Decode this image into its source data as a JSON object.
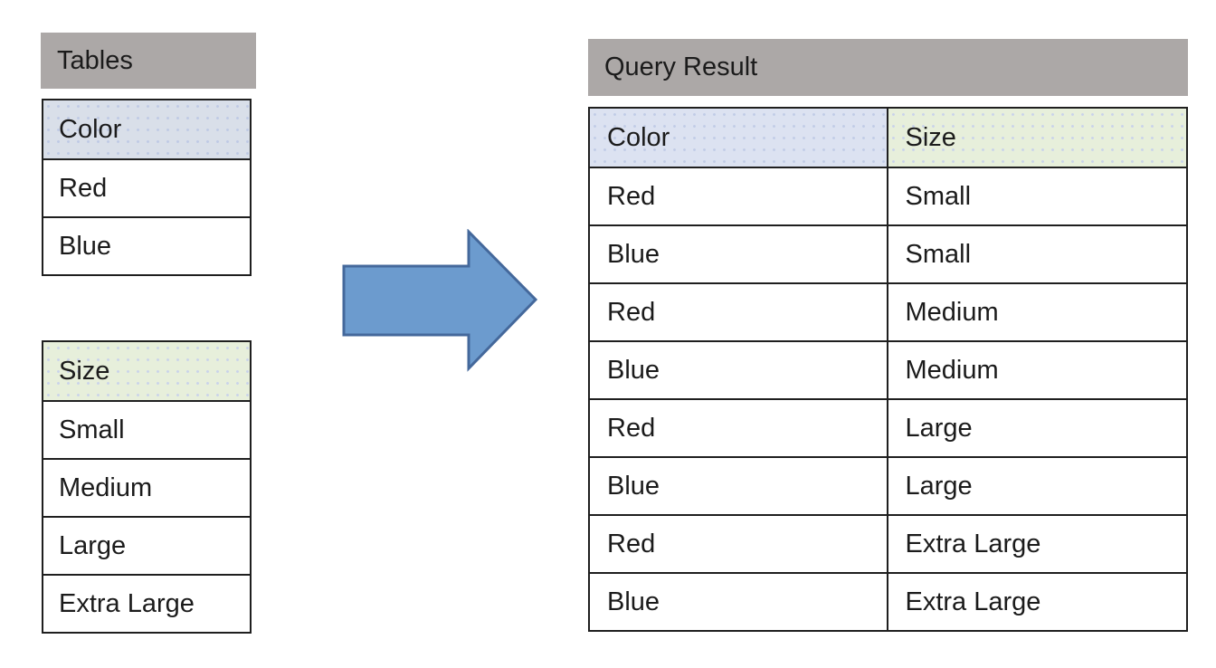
{
  "left_panel": {
    "title": "Tables",
    "color_table": {
      "header": "Color",
      "rows": [
        "Red",
        "Blue"
      ]
    },
    "size_table": {
      "header": "Size",
      "rows": [
        "Small",
        "Medium",
        "Large",
        "Extra Large"
      ]
    }
  },
  "arrow": {
    "direction": "right",
    "fill": "#6c9bce",
    "stroke": "#44689b"
  },
  "result_panel": {
    "title": "Query Result",
    "columns": [
      "Color",
      "Size"
    ],
    "rows": [
      [
        "Red",
        "Small"
      ],
      [
        "Blue",
        "Small"
      ],
      [
        "Red",
        "Medium"
      ],
      [
        "Blue",
        "Medium"
      ],
      [
        "Red",
        "Large"
      ],
      [
        "Blue",
        "Large"
      ],
      [
        "Red",
        "Extra Large"
      ],
      [
        "Blue",
        "Extra Large"
      ]
    ]
  },
  "colors": {
    "label_bar_gray": "#aca8a7",
    "color_header_blue": "#d9dfe9",
    "result_color_header_blue": "#dce2f1",
    "size_header_green": "#e7efdb",
    "table_border": "#1f1f1f",
    "text": "#1b1b1b",
    "background": "#ffffff"
  }
}
